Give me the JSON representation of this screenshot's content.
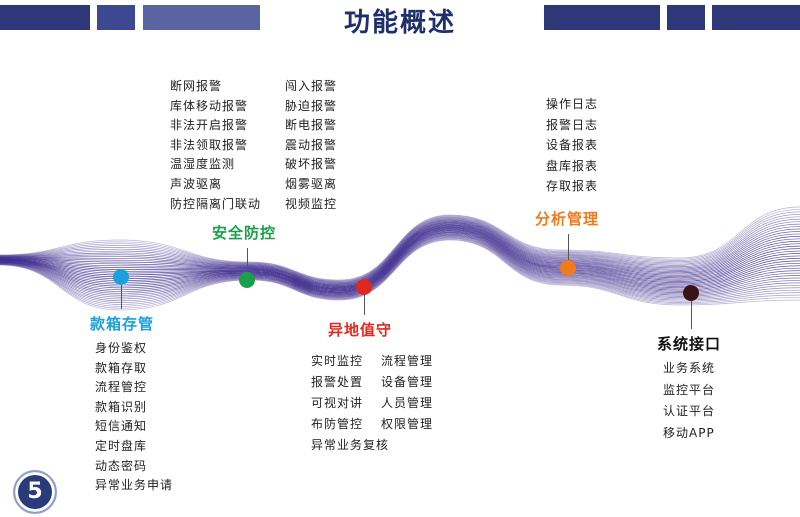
{
  "header": {
    "title": "功能概述",
    "colors": {
      "bar_dark": "#2e3878",
      "bar_mid": "#3c4890",
      "bar_light": "#5a64a0"
    }
  },
  "page_number": "5",
  "wave_color": "#3b2a8c",
  "nodes": [
    {
      "label": "款箱存管",
      "color": "#1aa0dc",
      "items": [
        "身份鉴权",
        "款箱存取",
        "流程管控",
        "款箱识别",
        "短信通知",
        "定时盘库",
        "动态密码",
        "异常业务申请"
      ]
    },
    {
      "label": "安全防控",
      "color": "#1aa04a",
      "columns": [
        [
          "断网报警",
          "库体移动报警",
          "非法开启报警",
          "非法领取报警",
          "温湿度监测",
          "声波驱离",
          "防控隔离门联动"
        ],
        [
          "闯入报警",
          "胁迫报警",
          "断电报警",
          "震动报警",
          "破坏报警",
          "烟雾驱离",
          "视频监控"
        ]
      ]
    },
    {
      "label": "异地值守",
      "color": "#e0281e",
      "columns": [
        [
          "实时监控",
          "报警处置",
          "可视对讲",
          "布防管控",
          "异常业务复核"
        ],
        [
          "流程管理",
          "设备管理",
          "人员管理",
          "权限管理"
        ]
      ]
    },
    {
      "label": "分析管理",
      "color": "#f07a1e",
      "items": [
        "操作日志",
        "报警日志",
        "设备报表",
        "盘库报表",
        "存取报表"
      ]
    },
    {
      "label": "系统接口",
      "color": "#3a1414",
      "label_color": "#111111",
      "items": [
        "业务系统",
        "监控平台",
        "认证平台",
        "移动APP"
      ]
    }
  ]
}
